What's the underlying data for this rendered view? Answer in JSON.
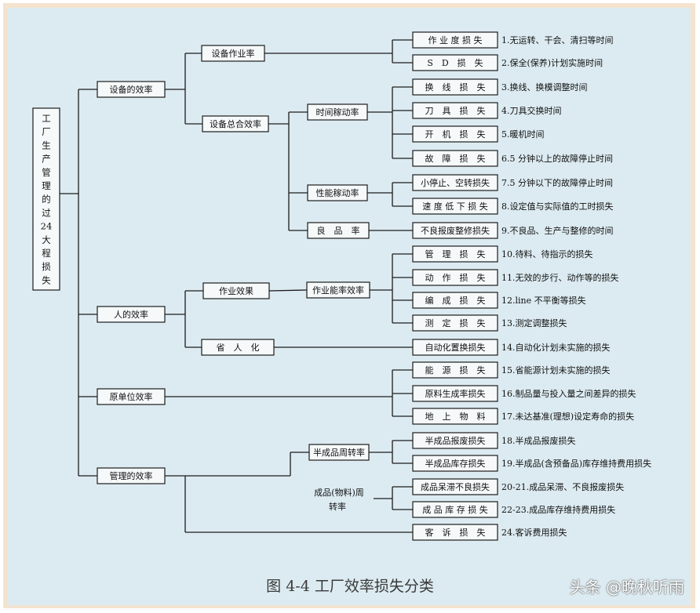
{
  "root": [
    "工",
    "厂",
    "生",
    "产",
    "管",
    "理",
    "的",
    "过",
    "24",
    "大",
    "程",
    "损",
    "失"
  ],
  "level1": [
    {
      "label": "设备的效率"
    },
    {
      "label": "人的效率"
    },
    {
      "label": "原单位效率"
    },
    {
      "label": "管理的效率"
    }
  ],
  "level2": [
    {
      "label": "设备作业率"
    },
    {
      "label": "设备总合效率"
    },
    {
      "label": "作业效果"
    },
    {
      "label": "省　人　化"
    }
  ],
  "level3": [
    {
      "label": "时间稼动率"
    },
    {
      "label": "性能稼动率"
    },
    {
      "label": "良　品　率"
    },
    {
      "label": "作业能率效率"
    },
    {
      "label": "半成品周转率"
    },
    {
      "label": "成品(物料)周",
      "label2": "转率"
    }
  ],
  "losses": [
    {
      "label": "作 业 度 损 失",
      "desc": "1.无运转、干会、清扫等时间"
    },
    {
      "label": "S　D　损　失",
      "desc": "2.保全(保养)计划实施时间"
    },
    {
      "label": "换　线　损　失",
      "desc": "3.换线、换模调整时间"
    },
    {
      "label": "刀　具　损　失",
      "desc": "4.刀具交换时间"
    },
    {
      "label": "开　机　损　失",
      "desc": "5.暖机时间"
    },
    {
      "label": "故　障　损　失",
      "desc": "6.5 分钟以上的故障停止时间"
    },
    {
      "label": "小停止、空转损失",
      "desc": "7.5 分钟以下的故障停止时间"
    },
    {
      "label": "速 度 低 下 损 失",
      "desc": "8.设定值与实际值的工时损失"
    },
    {
      "label": "不良报废整修损失",
      "desc": "9.不良品、生产与整修的时间"
    },
    {
      "label": "管　理　损　失",
      "desc": "10.待料、待指示的损失"
    },
    {
      "label": "动　作　损　失",
      "desc": "11.无效的步行、动作等的损失"
    },
    {
      "label": "编　成　损　失",
      "desc": "12.line 不平衡等损失"
    },
    {
      "label": "测　定　损　失",
      "desc": "13.测定调整损失"
    },
    {
      "label": "自动化置换损失",
      "desc": "14.自动化计划未实施的损失"
    },
    {
      "label": "能　源　损　失",
      "desc": "15.省能源计划未实施的损失"
    },
    {
      "label": "原料生成率损失",
      "desc": "16.制品量与投入量之间差异的损失"
    },
    {
      "label": "地　上　物　料",
      "desc": "17.未达基准(理想)设定寿命的损失"
    },
    {
      "label": "半成品报废损失",
      "desc": "18.半成品报废损失"
    },
    {
      "label": "半成品库存损失",
      "desc": "19.半成品(含预备品)库存维持费用损失"
    },
    {
      "label": "成品呆滞不良损失",
      "desc": "20-21.成品呆滞、不良报废损失"
    },
    {
      "label": "成 品 库 存 损 失",
      "desc": "22-23.成品库存维持费用损失"
    },
    {
      "label": "客　诉　损　失",
      "desc": "24.客诉费用损失"
    }
  ],
  "caption": "图 4-4 工厂效率损失分类",
  "watermark": "头条 @晚秋听雨"
}
